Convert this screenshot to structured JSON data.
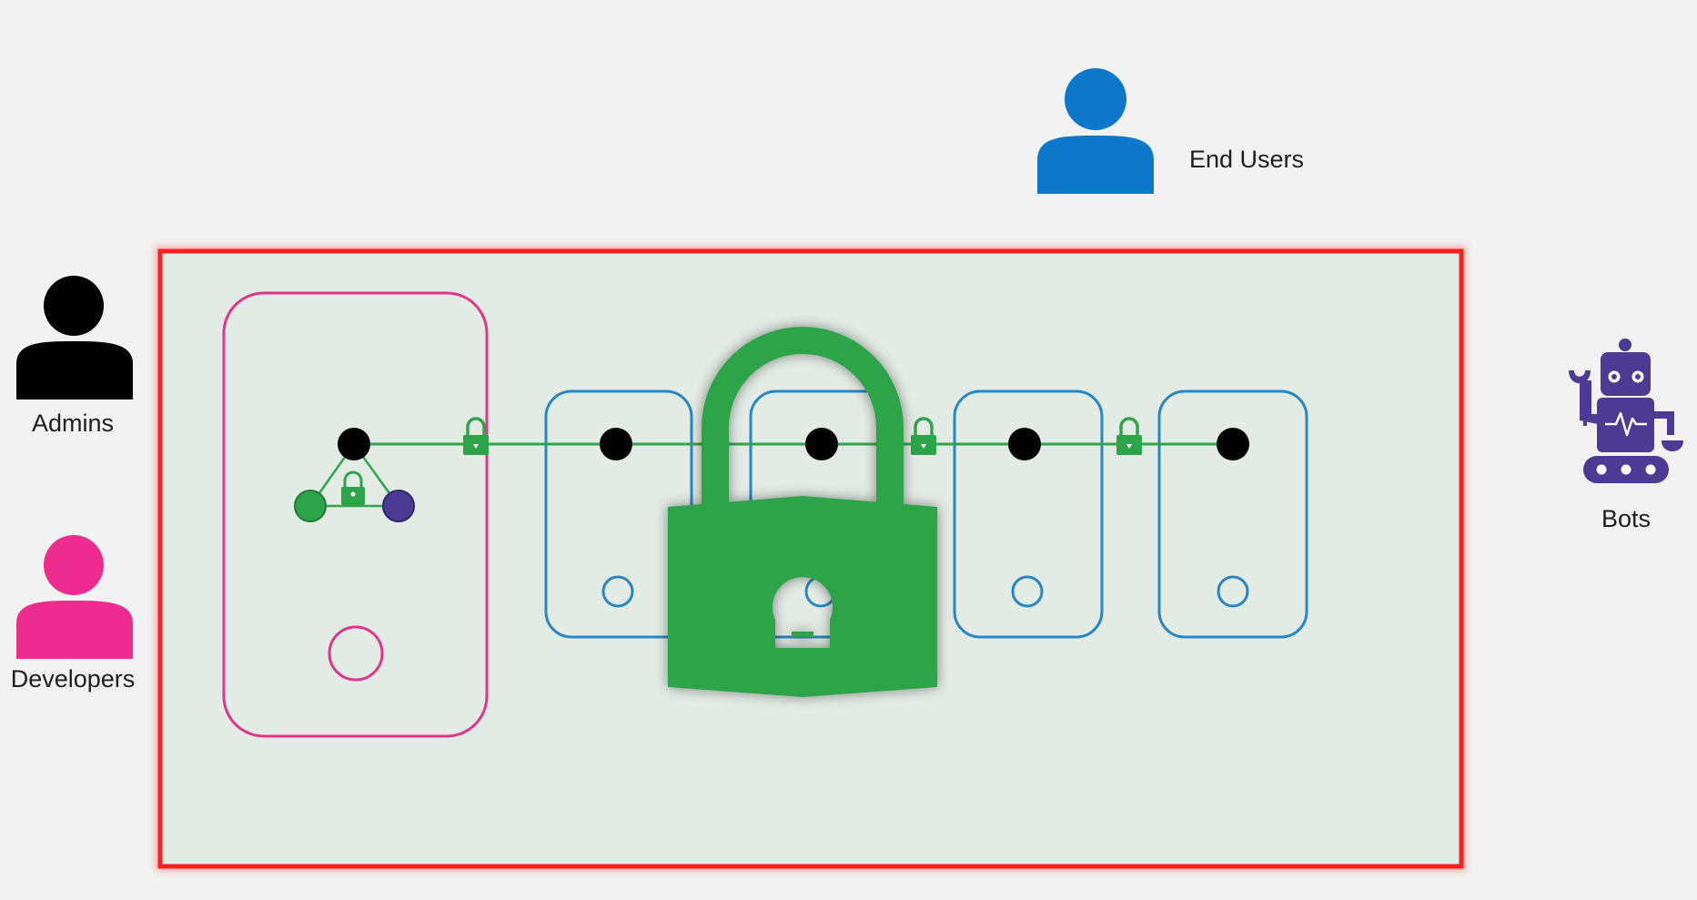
{
  "actors": {
    "end_users": {
      "label": "End Users",
      "color": "#0d77c9",
      "icon": "person-icon"
    },
    "admins": {
      "label": "Admins",
      "color": "#000000",
      "icon": "person-icon"
    },
    "developers": {
      "label": "Developers",
      "color": "#ee2b8f",
      "icon": "person-icon"
    },
    "bots": {
      "label": "Bots",
      "color": "#4b3b95",
      "icon": "robot-icon"
    }
  },
  "colors": {
    "cluster_border": "#ff1f1f",
    "cluster_fill": "#e3ebe5",
    "master_node_border": "#e0368a",
    "worker_node_border": "#2a85c4",
    "secure_link": "#30a44a",
    "big_lock": "#2ea449",
    "node_dot": "#000000",
    "pod_green": "#30a44a",
    "pod_purple": "#4b3b95"
  },
  "icons": {
    "central": "padlock-icon",
    "link_locks": "small-padlock-icon"
  }
}
